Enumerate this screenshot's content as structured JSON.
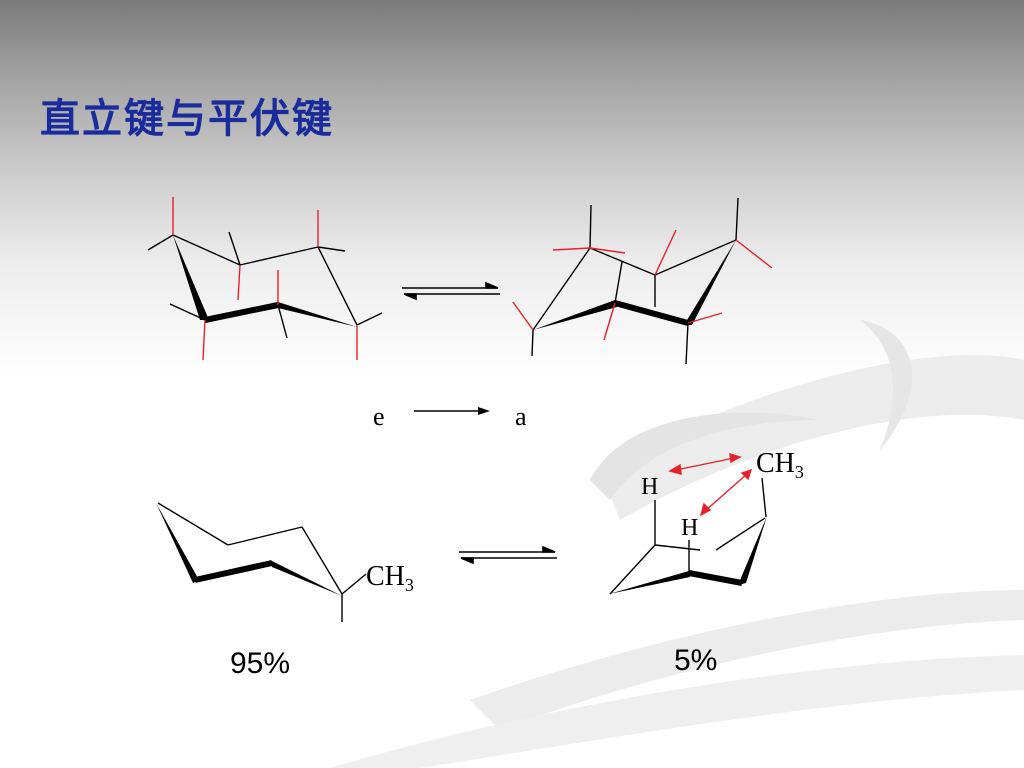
{
  "title": "直立键与平伏键",
  "top": {
    "from_label": "e",
    "to_label": "a"
  },
  "bottom": {
    "left_substituent": "CH",
    "left_substituent_sub": "3",
    "right_substituent": "CH",
    "right_substituent_sub": "3",
    "h_label_1": "H",
    "h_label_2": "H",
    "left_percent": "95%",
    "right_percent": "5%"
  },
  "colors": {
    "title": "#1a2b9c",
    "equatorial_bond": "#e8202a",
    "interaction_arrow": "#e8202a",
    "bond": "#000000"
  }
}
